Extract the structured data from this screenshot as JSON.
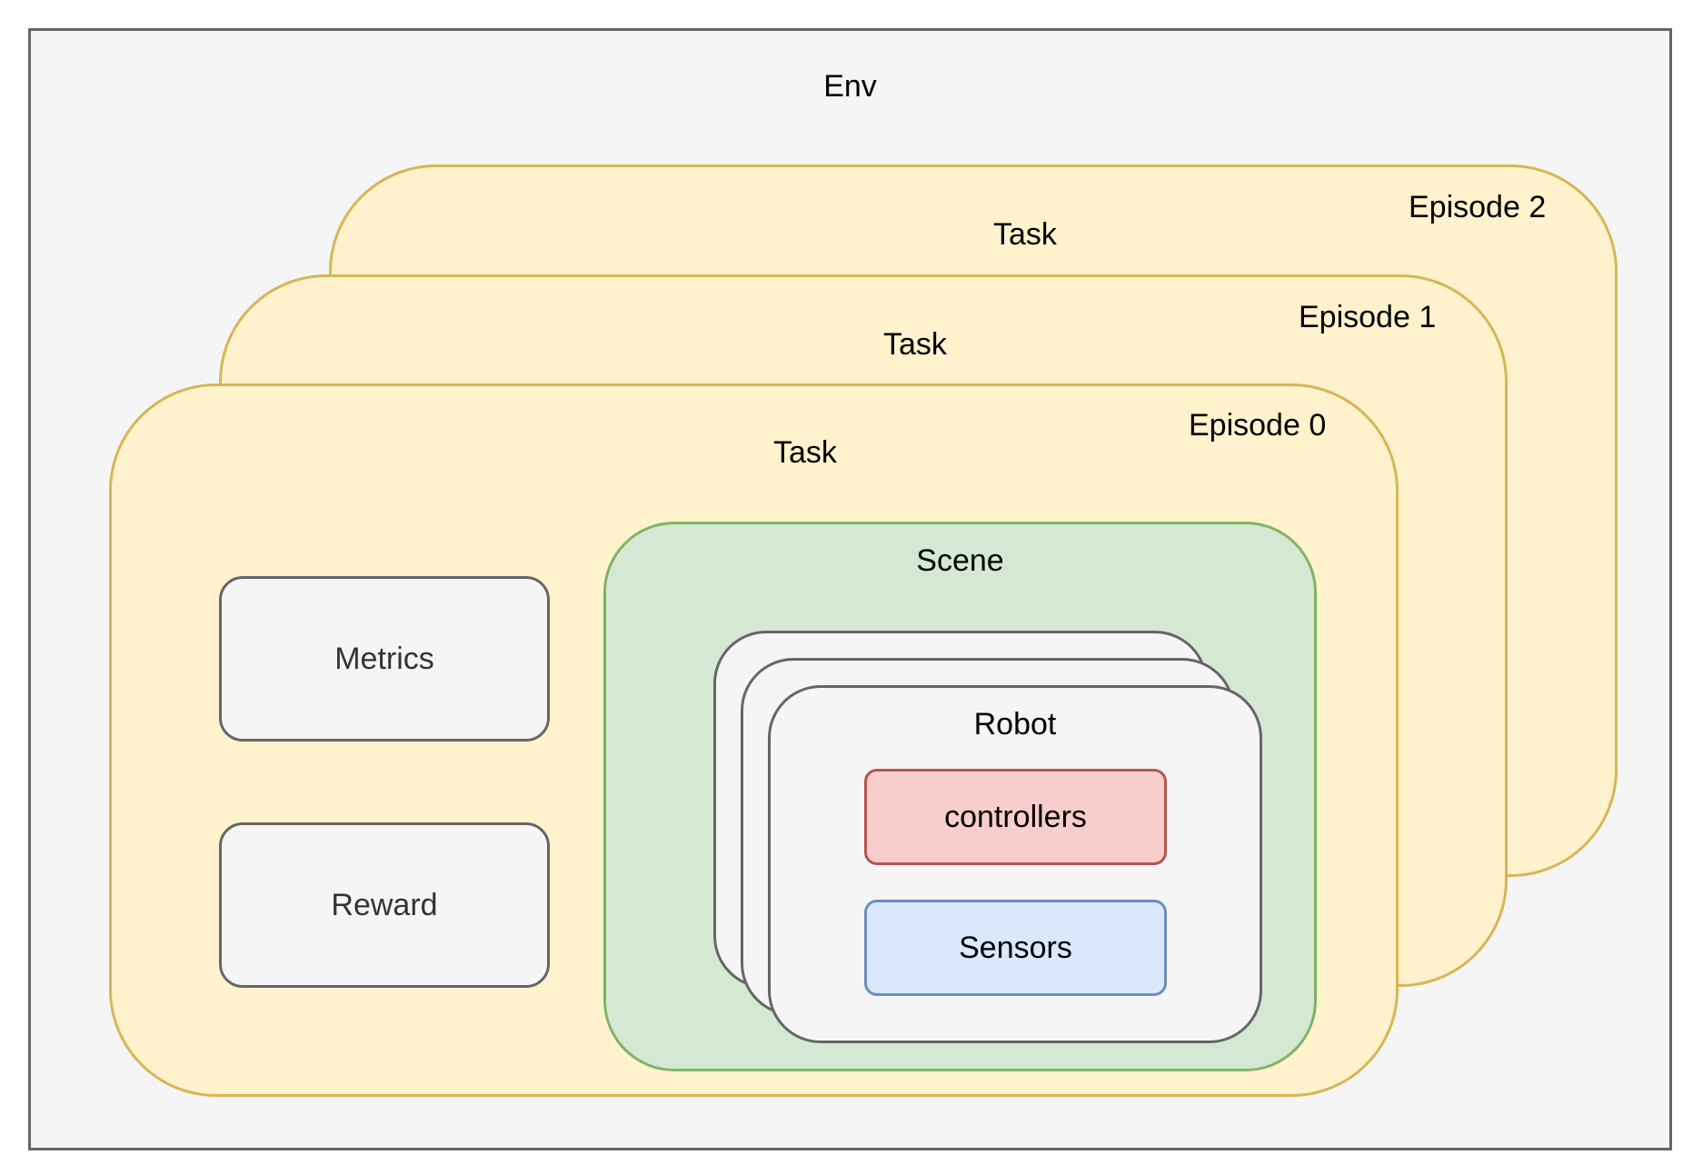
{
  "env": {
    "label": "Env"
  },
  "episodes": [
    {
      "label": "Episode 2",
      "task_label": "Task"
    },
    {
      "label": "Episode 1",
      "task_label": "Task"
    },
    {
      "label": "Episode 0",
      "task_label": "Task"
    }
  ],
  "task": {
    "metrics_label": "Metrics",
    "reward_label": "Reward"
  },
  "scene": {
    "label": "Scene",
    "robot": {
      "label": "Robot",
      "controllers_label": "controllers",
      "sensors_label": "Sensors"
    }
  },
  "colors": {
    "env_fill": "#f5f5f5",
    "env_stroke": "#666666",
    "episode_fill": "#fff2cc",
    "episode_stroke": "#d6b656",
    "scene_fill": "#d5e8d4",
    "scene_stroke": "#82b366",
    "controllers_fill": "#f8cecc",
    "controllers_stroke": "#b85450",
    "sensors_fill": "#dae8fc",
    "sensors_stroke": "#6c8ebf"
  }
}
